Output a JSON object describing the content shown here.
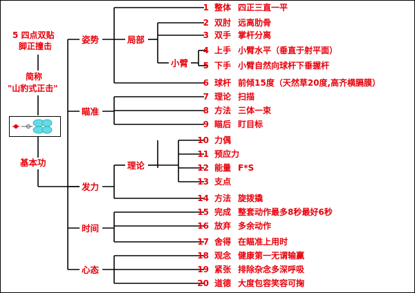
{
  "left": {
    "title_line1": "5 四点双贴",
    "title_line2": "脚正撞击",
    "alias_line1": "简称",
    "alias_line2": "\"山豹式正击\"",
    "basic": "基本功"
  },
  "groups": {
    "posture": "姿势",
    "partial": "局部",
    "forearm": "小臂",
    "aim": "瞄准",
    "power": "发力",
    "theory": "理论",
    "time": "时间",
    "mind": "心态"
  },
  "leaves": [
    {
      "num": "1",
      "name": "整体",
      "desc": "四正三直一平"
    },
    {
      "num": "2",
      "name": "双肘",
      "desc": "远离肋骨"
    },
    {
      "num": "3",
      "name": "双手",
      "desc": "掌杆分离"
    },
    {
      "num": "4",
      "name": "上手",
      "desc": "小臂水平（垂直于射平面）"
    },
    {
      "num": "5",
      "name": "下手",
      "desc": "小臂自然向球杆下垂握杆"
    },
    {
      "num": "6",
      "name": "球杆",
      "desc": "前倾15度（天然草20度,高齐横膈膜）"
    },
    {
      "num": "7",
      "name": "理论",
      "desc": "扫描"
    },
    {
      "num": "8",
      "name": "方法",
      "desc": "三体一束"
    },
    {
      "num": "9",
      "name": "瞄后",
      "desc": "盯目标"
    },
    {
      "num": "10",
      "name": "力偶",
      "desc": ""
    },
    {
      "num": "11",
      "name": "预应力",
      "desc": ""
    },
    {
      "num": "12",
      "name": "能量",
      "desc": "F*S"
    },
    {
      "num": "13",
      "name": "支点",
      "desc": ""
    },
    {
      "num": "14",
      "name": "方法",
      "desc": "旋拨撬"
    },
    {
      "num": "15",
      "name": "完成",
      "desc": "整套动作最多8秒最好6秒"
    },
    {
      "num": "16",
      "name": "放弃",
      "desc": "多余动作"
    },
    {
      "num": "17",
      "name": "舍得",
      "desc": "在瞄准上用时"
    },
    {
      "num": "18",
      "name": "观念",
      "desc": "健康第一无谓输赢"
    },
    {
      "num": "19",
      "name": "紧张",
      "desc": "排除杂念多深呼吸"
    },
    {
      "num": "20",
      "name": "道德",
      "desc": "大度包容笑容可掬"
    }
  ]
}
